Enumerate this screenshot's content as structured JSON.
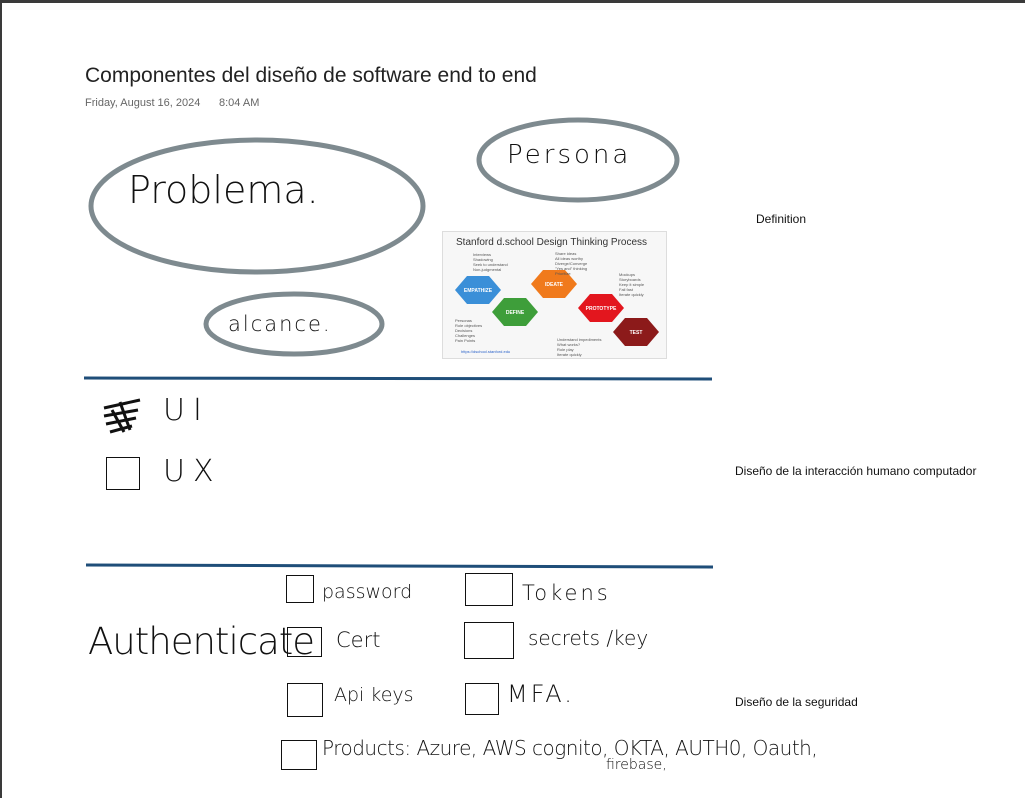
{
  "page": {
    "title": "Componentes del diseño de software end to end",
    "date": "Friday, August 16, 2024",
    "time": "8:04 AM"
  },
  "section1": {
    "handwritten": {
      "problema": "Problema.",
      "persona": "Persona",
      "alcance": "alcance."
    },
    "side_label": "Definition",
    "diagram": {
      "title": "Stanford d.school Design Thinking Process",
      "stages": [
        "EMPATHIZE",
        "DEFINE",
        "IDEATE",
        "PROTOTYPE",
        "TEST"
      ],
      "stage_colors": [
        "#3a8fd8",
        "#3e9e3a",
        "#f07a1c",
        "#e3161e",
        "#8c1a1a"
      ],
      "notes": {
        "empathize": [
          "Interviews",
          "Shadowing",
          "Seek to understand",
          "Non-judgmental"
        ],
        "define": [
          "Personas",
          "Role objectives",
          "Decisions",
          "Challenges",
          "Pain Points"
        ],
        "ideate": [
          "Share ideas",
          "All ideas worthy",
          "Diverge/Converge",
          "\"Yes and\" thinking",
          "Prioritize"
        ],
        "prototype": [
          "Mockups",
          "Storyboards",
          "Keep it simple",
          "Fail fast",
          "Iterate quickly"
        ],
        "test": [
          "Understand impediments",
          "What works?",
          "Role play",
          "Iterate quickly"
        ]
      },
      "link": "https://dschool.stanford.edu"
    }
  },
  "section2": {
    "items": [
      {
        "label": "UI",
        "checked": true
      },
      {
        "label": "UX",
        "checked": false
      }
    ],
    "side_label": "Diseño de la interacción humano computador"
  },
  "section3": {
    "heading": "Authenticate",
    "col1": [
      "password",
      "Cert",
      "Api keys"
    ],
    "col2": [
      "Tokens",
      "secrets /key",
      "MFA."
    ],
    "products": "Products: Azure, AWS cognito, OKTA, AUTH0, Oauth,",
    "products_line2": "firebase,",
    "side_label": "Diseño de la seguridad"
  }
}
